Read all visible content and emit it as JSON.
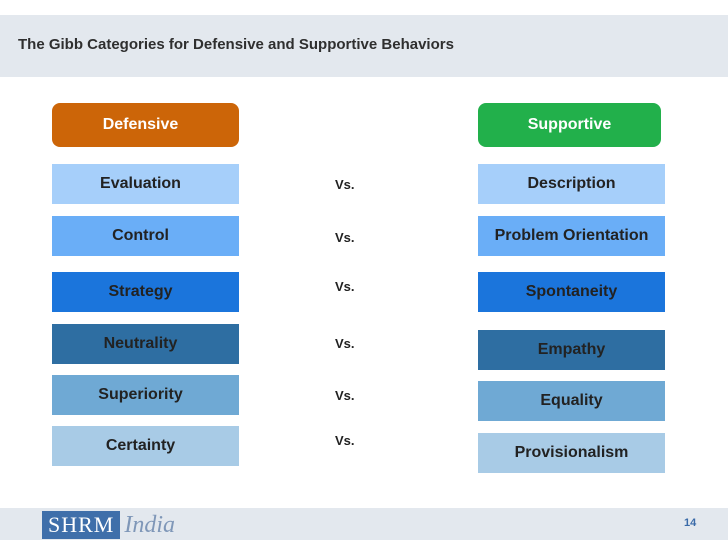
{
  "title": "The Gibb Categories for Defensive and Supportive Behaviors",
  "headers": {
    "defensive": "Defensive",
    "supportive": "Supportive"
  },
  "rows": [
    {
      "defensive": "Evaluation",
      "vs": "Vs.",
      "supportive": "Description"
    },
    {
      "defensive": "Control",
      "vs": "Vs.",
      "supportive": "Problem Orientation"
    },
    {
      "defensive": "Strategy",
      "vs": "Vs.",
      "supportive": "Spontaneity"
    },
    {
      "defensive": "Neutrality",
      "vs": "Vs.",
      "supportive": "Empathy"
    },
    {
      "defensive": "Superiority",
      "vs": "Vs.",
      "supportive": "Equality"
    },
    {
      "defensive": "Certainty",
      "vs": "Vs.",
      "supportive": "Provisionalism"
    }
  ],
  "footer": {
    "logo_box": "SHRM",
    "logo_text": "India",
    "page_number": "14"
  },
  "colors": {
    "defensive_header": "#cc6508",
    "supportive_header": "#22b04b",
    "row_colors": [
      "#a6cffa",
      "#6aaef7",
      "#1b75dc",
      "#2e6ea2",
      "#6fa9d4",
      "#a8cbe6"
    ]
  }
}
